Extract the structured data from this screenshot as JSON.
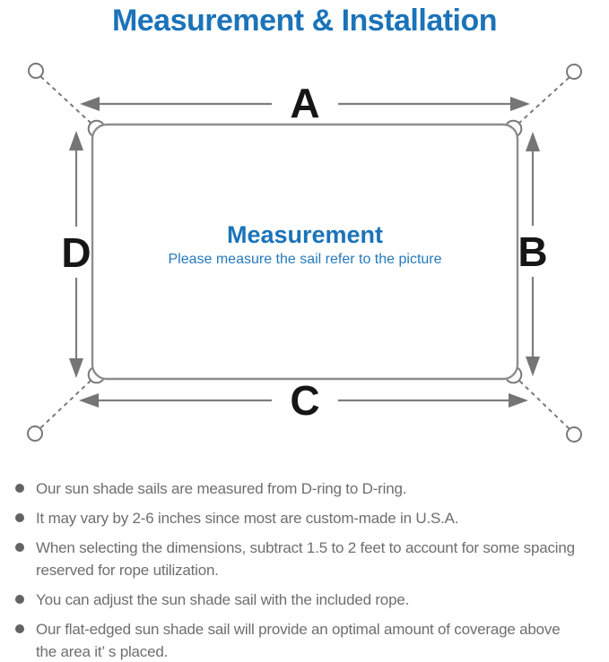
{
  "title": "Measurement & Installation",
  "colors": {
    "accent_blue": "#1b73b9",
    "line_gray": "#7e7e7e",
    "label_black": "#161616",
    "note_text_gray": "#6e6e6e"
  },
  "diagram": {
    "labels": {
      "top": "A",
      "right": "B",
      "bottom": "C",
      "left": "D"
    },
    "center": {
      "heading": "Measurement",
      "caption": "Please measure the sail refer to the picture"
    }
  },
  "notes": [
    "Our sun shade sails are measured from D-ring to D-ring.",
    "It may vary by 2-6 inches since most are custom-made in U.S.A.",
    "When selecting the dimensions, subtract 1.5 to 2 feet to account for some spacing\nreserved for rope utilization.",
    "You can adjust the sun shade sail with the included rope.",
    "Our flat-edged sun shade sail will provide an optimal amount of coverage above\nthe area it’ s placed."
  ]
}
